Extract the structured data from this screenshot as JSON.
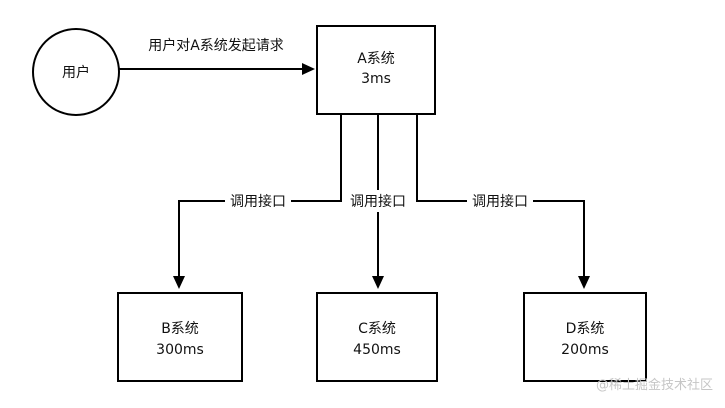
{
  "user": {
    "label": "用户"
  },
  "request": {
    "label": "用户对A系统发起请求"
  },
  "systems": {
    "a": {
      "name": "A系统",
      "time": "3ms"
    },
    "b": {
      "name": "B系统",
      "time": "300ms"
    },
    "c": {
      "name": "C系统",
      "time": "450ms"
    },
    "d": {
      "name": "D系统",
      "time": "200ms"
    }
  },
  "calls": [
    "调用接口",
    "调用接口",
    "调用接口"
  ],
  "watermark": "@稀土掘金技术社区"
}
